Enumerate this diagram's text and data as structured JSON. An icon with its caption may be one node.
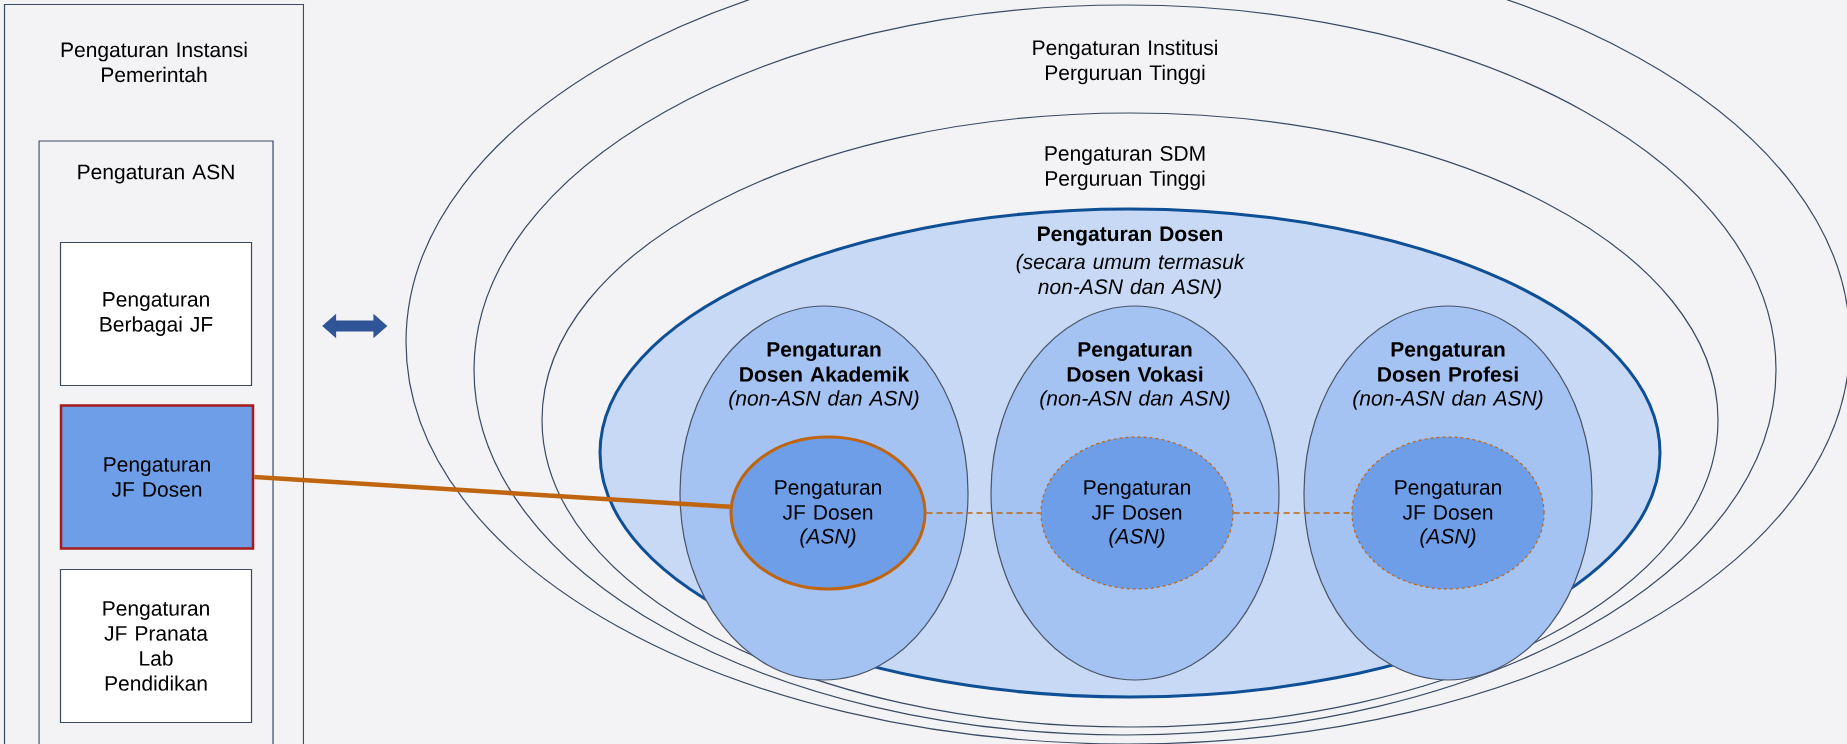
{
  "diagram": {
    "nodes": [
      {
        "text": [
          "Pengaturan Instansi Pemerintah"
        ]
      },
      {
        "text": [
          "Pengaturan ASN"
        ],
        "in": 0
      },
      {
        "text": [
          "Pengaturan Berbagai JF"
        ],
        "in": 1
      },
      {
        "text": [
          "Pengaturan JF Dosen"
        ],
        "in": 1
      },
      {
        "text": [
          "Pengaturan JF Pranata Lab Pendidikan"
        ],
        "in": 1
      },
      {
        "text": [],
        "shape": "ellipse"
      },
      {
        "text": [
          "Pengaturan Institusi Perguruan Tinggi"
        ],
        "in": 5
      },
      {
        "text": [
          "Pengaturan SDM Perguruan Tinggi"
        ],
        "in": 6
      },
      {
        "text": [
          "Pengaturan Dosen",
          "(secara umum termasuk non-ASN dan ASN)"
        ],
        "in": 7
      },
      {
        "text": [
          "Pengaturan Dosen Akademik",
          "(non-ASN dan ASN)"
        ],
        "in": 8
      },
      {
        "text": [
          "Pengaturan JF Dosen",
          "(ASN)"
        ],
        "in": 9
      },
      {
        "text": [
          "Pengaturan Dosen Vokasi",
          "(non-ASN dan ASN)"
        ],
        "in": 8
      },
      {
        "text": [
          "Pengaturan JF Dosen",
          "(ASN)"
        ],
        "in": 11
      },
      {
        "text": [
          "Pengaturan Dosen Profesi",
          "(non-ASN dan ASN)"
        ],
        "in": 8
      },
      {
        "text": [
          "Pengaturan JF Dosen",
          "(ASN)"
        ],
        "in": 13
      }
    ],
    "edges": [
      {
        "from": 0,
        "to": 5,
        "arrow": "both",
        "style": "thick",
        "color": "#2f5597"
      },
      {
        "from": 3,
        "to": 10,
        "arrow": "none",
        "style": "thick",
        "color": "#c0650f"
      },
      {
        "from": 10,
        "to": 12,
        "arrow": "none",
        "style": "dashed",
        "color": "#c0650f"
      },
      {
        "from": 12,
        "to": 14,
        "arrow": "none",
        "style": "dashed",
        "color": "#c0650f"
      }
    ]
  }
}
